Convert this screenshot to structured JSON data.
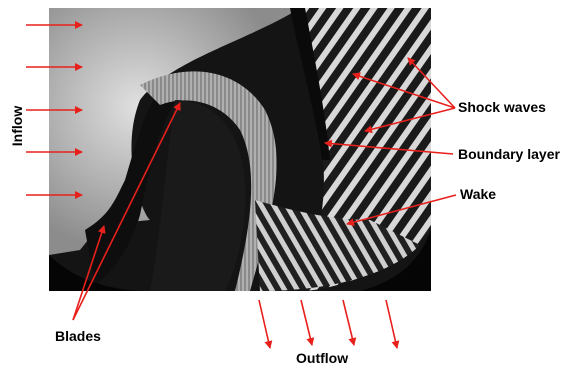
{
  "labels": {
    "inflow": "Inflow",
    "shock_waves": "Shock waves",
    "boundary_layer": "Boundary layer",
    "wake": "Wake",
    "blades": "Blades",
    "outflow": "Outflow"
  },
  "colors": {
    "arrow": "#e8201c",
    "photo_dark": "#141414",
    "photo_light": "#c8c8c8",
    "label": "#000000"
  }
}
